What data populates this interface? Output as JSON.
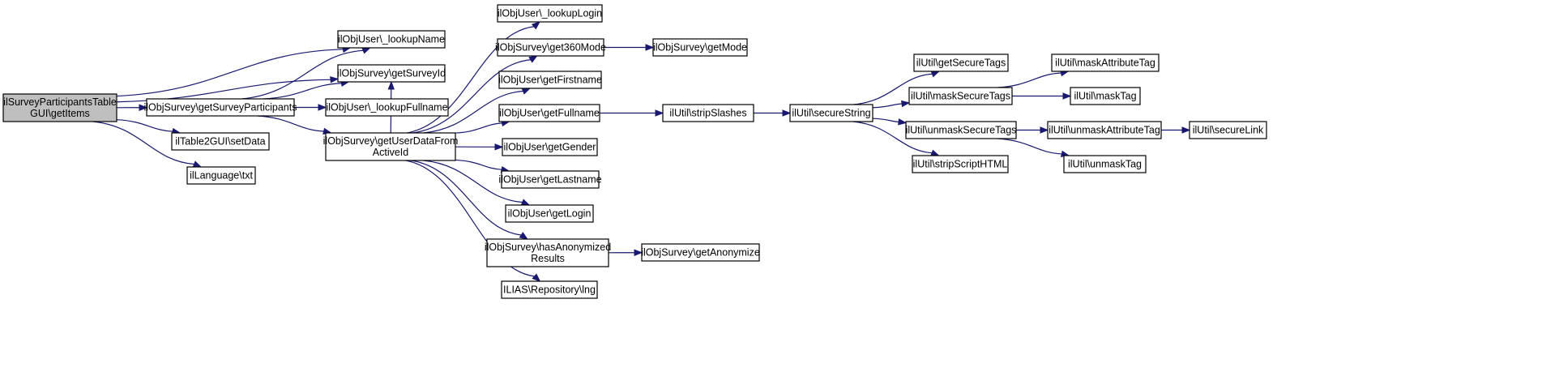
{
  "diagram": {
    "colors": {
      "edge": "#191970",
      "node_fill": "#ffffff",
      "root_fill": "#bfbfbf",
      "node_stroke": "#000000"
    },
    "nodes": [
      {
        "id": "root",
        "lines": [
          "ilSurveyParticipantsTable",
          "GUI\\getItems"
        ]
      },
      {
        "id": "lookupName",
        "lines": [
          "ilObjUser\\_lookupName"
        ]
      },
      {
        "id": "getSurveyId",
        "lines": [
          "ilObjSurvey\\getSurveyId"
        ]
      },
      {
        "id": "getSurveyParticipants",
        "lines": [
          "ilObjSurvey\\getSurveyParticipants"
        ]
      },
      {
        "id": "lookupFullname",
        "lines": [
          "ilObjUser\\_lookupFullname"
        ]
      },
      {
        "id": "getUserDataFromActiveId",
        "lines": [
          "ilObjSurvey\\getUserDataFrom",
          "ActiveId"
        ]
      },
      {
        "id": "setData",
        "lines": [
          "ilTable2GUI\\setData"
        ]
      },
      {
        "id": "txt",
        "lines": [
          "ilLanguage\\txt"
        ]
      },
      {
        "id": "lookupLogin",
        "lines": [
          "ilObjUser\\_lookupLogin"
        ]
      },
      {
        "id": "get360Mode",
        "lines": [
          "ilObjSurvey\\get360Mode"
        ]
      },
      {
        "id": "getMode",
        "lines": [
          "ilObjSurvey\\getMode"
        ]
      },
      {
        "id": "getFirstname",
        "lines": [
          "ilObjUser\\getFirstname"
        ]
      },
      {
        "id": "getFullname",
        "lines": [
          "ilObjUser\\getFullname"
        ]
      },
      {
        "id": "stripSlashes",
        "lines": [
          "ilUtil\\stripSlashes"
        ]
      },
      {
        "id": "secureString",
        "lines": [
          "ilUtil\\secureString"
        ]
      },
      {
        "id": "getGender",
        "lines": [
          "ilObjUser\\getGender"
        ]
      },
      {
        "id": "getLastname",
        "lines": [
          "ilObjUser\\getLastname"
        ]
      },
      {
        "id": "getLogin",
        "lines": [
          "ilObjUser\\getLogin"
        ]
      },
      {
        "id": "hasAnonymizedResults",
        "lines": [
          "ilObjSurvey\\hasAnonymized",
          "Results"
        ]
      },
      {
        "id": "getAnonymize",
        "lines": [
          "ilObjSurvey\\getAnonymize"
        ]
      },
      {
        "id": "lng",
        "lines": [
          "ILIAS\\Repository\\lng"
        ]
      },
      {
        "id": "getSecureTags",
        "lines": [
          "ilUtil\\getSecureTags"
        ]
      },
      {
        "id": "maskSecureTags",
        "lines": [
          "ilUtil\\maskSecureTags"
        ]
      },
      {
        "id": "unmaskSecureTags",
        "lines": [
          "ilUtil\\unmaskSecureTags"
        ]
      },
      {
        "id": "stripScriptHTML",
        "lines": [
          "ilUtil\\stripScriptHTML"
        ]
      },
      {
        "id": "maskAttributeTag",
        "lines": [
          "ilUtil\\maskAttributeTag"
        ]
      },
      {
        "id": "maskTag",
        "lines": [
          "ilUtil\\maskTag"
        ]
      },
      {
        "id": "unmaskAttributeTag",
        "lines": [
          "ilUtil\\unmaskAttributeTag"
        ]
      },
      {
        "id": "unmaskTag",
        "lines": [
          "ilUtil\\unmaskTag"
        ]
      },
      {
        "id": "secureLink",
        "lines": [
          "ilUtil\\secureLink"
        ]
      }
    ],
    "edges": [
      [
        "root",
        "lookupName"
      ],
      [
        "root",
        "getSurveyId"
      ],
      [
        "root",
        "getSurveyParticipants"
      ],
      [
        "root",
        "setData"
      ],
      [
        "root",
        "txt"
      ],
      [
        "getSurveyParticipants",
        "lookupName"
      ],
      [
        "getSurveyParticipants",
        "getSurveyId"
      ],
      [
        "getSurveyParticipants",
        "lookupFullname"
      ],
      [
        "getSurveyParticipants",
        "getUserDataFromActiveId"
      ],
      [
        "getUserDataFromActiveId",
        "getSurveyId"
      ],
      [
        "getUserDataFromActiveId",
        "lookupLogin"
      ],
      [
        "getUserDataFromActiveId",
        "get360Mode"
      ],
      [
        "getUserDataFromActiveId",
        "getFirstname"
      ],
      [
        "getUserDataFromActiveId",
        "getFullname"
      ],
      [
        "getUserDataFromActiveId",
        "getGender"
      ],
      [
        "getUserDataFromActiveId",
        "getLastname"
      ],
      [
        "getUserDataFromActiveId",
        "getLogin"
      ],
      [
        "getUserDataFromActiveId",
        "hasAnonymizedResults"
      ],
      [
        "getUserDataFromActiveId",
        "lng"
      ],
      [
        "get360Mode",
        "getMode"
      ],
      [
        "getFullname",
        "stripSlashes"
      ],
      [
        "hasAnonymizedResults",
        "getAnonymize"
      ],
      [
        "stripSlashes",
        "secureString"
      ],
      [
        "secureString",
        "getSecureTags"
      ],
      [
        "secureString",
        "maskSecureTags"
      ],
      [
        "secureString",
        "unmaskSecureTags"
      ],
      [
        "secureString",
        "stripScriptHTML"
      ],
      [
        "maskSecureTags",
        "maskAttributeTag"
      ],
      [
        "maskSecureTags",
        "maskTag"
      ],
      [
        "unmaskSecureTags",
        "unmaskAttributeTag"
      ],
      [
        "unmaskSecureTags",
        "unmaskTag"
      ],
      [
        "unmaskAttributeTag",
        "secureLink"
      ]
    ]
  }
}
